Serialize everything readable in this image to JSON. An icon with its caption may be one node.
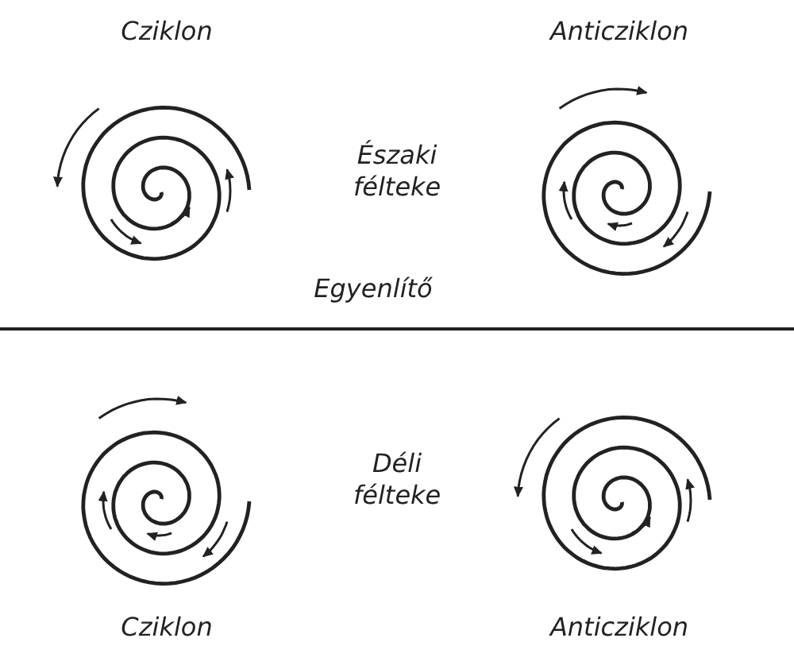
{
  "diagram": {
    "labels": [
      "Cziklon",
      "Anticziklon",
      "Északi félteke",
      "Egyenlítő",
      "Déli félteke",
      "Cziklon",
      "Anticziklon"
    ]
  }
}
